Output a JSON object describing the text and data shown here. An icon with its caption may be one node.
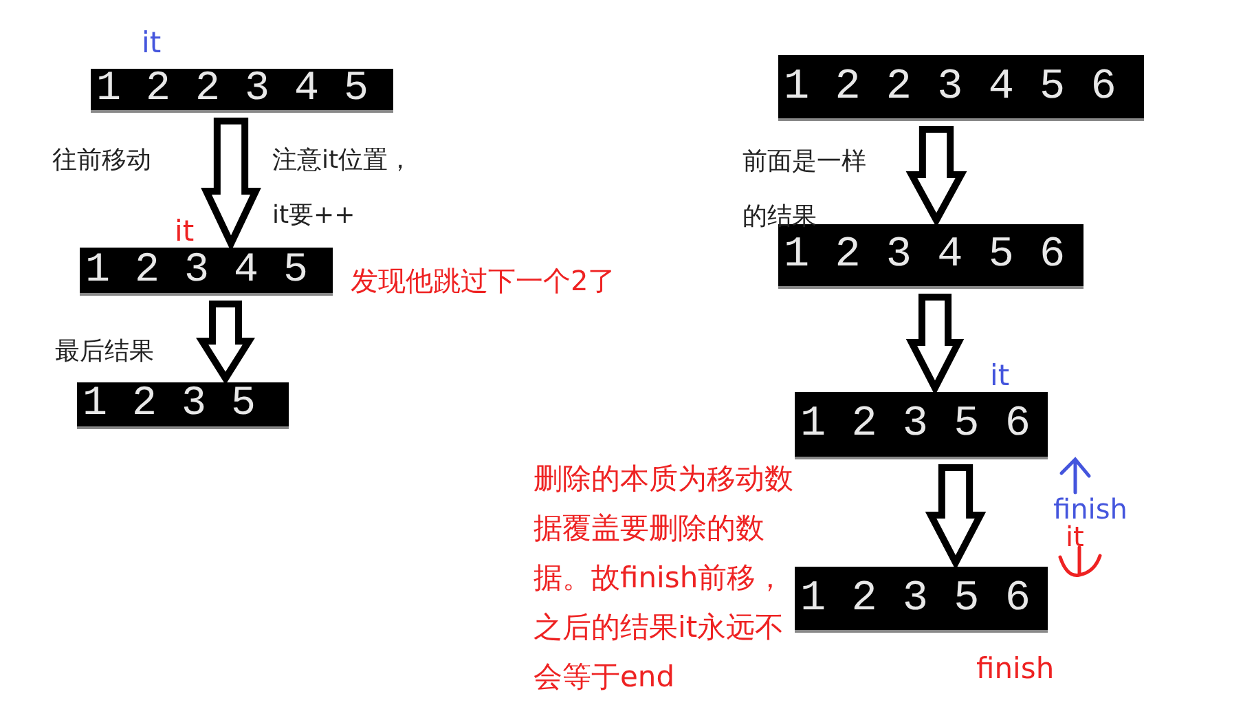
{
  "diagram": {
    "nodes": [
      {
        "text": [
          "1 2 2 3 4 5"
        ],
        "beside": [
          "it"
        ]
      },
      {
        "text": [
          "1 2 3 4 5"
        ],
        "beside": [
          "it",
          "发现他跳过下一个2了"
        ]
      },
      {
        "text": [
          "1 2 3 5"
        ]
      },
      {
        "text": [
          "1 2 2 3 4 5 6"
        ]
      },
      {
        "text": [
          "1 2 3 4 5 6"
        ]
      },
      {
        "text": [
          "1 2 3 5 6"
        ],
        "beside": [
          "it"
        ]
      },
      {
        "text": [
          "1 2 3 5 6"
        ],
        "beside": [
          "finish"
        ]
      }
    ],
    "edges": [
      {
        "from": 0,
        "to": 1,
        "arrow": "to"
      },
      {
        "from": 1,
        "to": 2,
        "arrow": "to"
      },
      {
        "from": 3,
        "to": 4,
        "arrow": "to"
      },
      {
        "from": 4,
        "to": 5,
        "arrow": "to"
      },
      {
        "from": 5,
        "to": 6,
        "arrow": "to"
      }
    ],
    "labels": [
      "往前移动",
      "注意it位置，",
      "it要++",
      "最后结果",
      "前面是一样的结果",
      "删除的本质为移动数据覆盖要删除的数据。故finish前移，之后的结果it永远不会等于end",
      "finish",
      "it"
    ]
  }
}
